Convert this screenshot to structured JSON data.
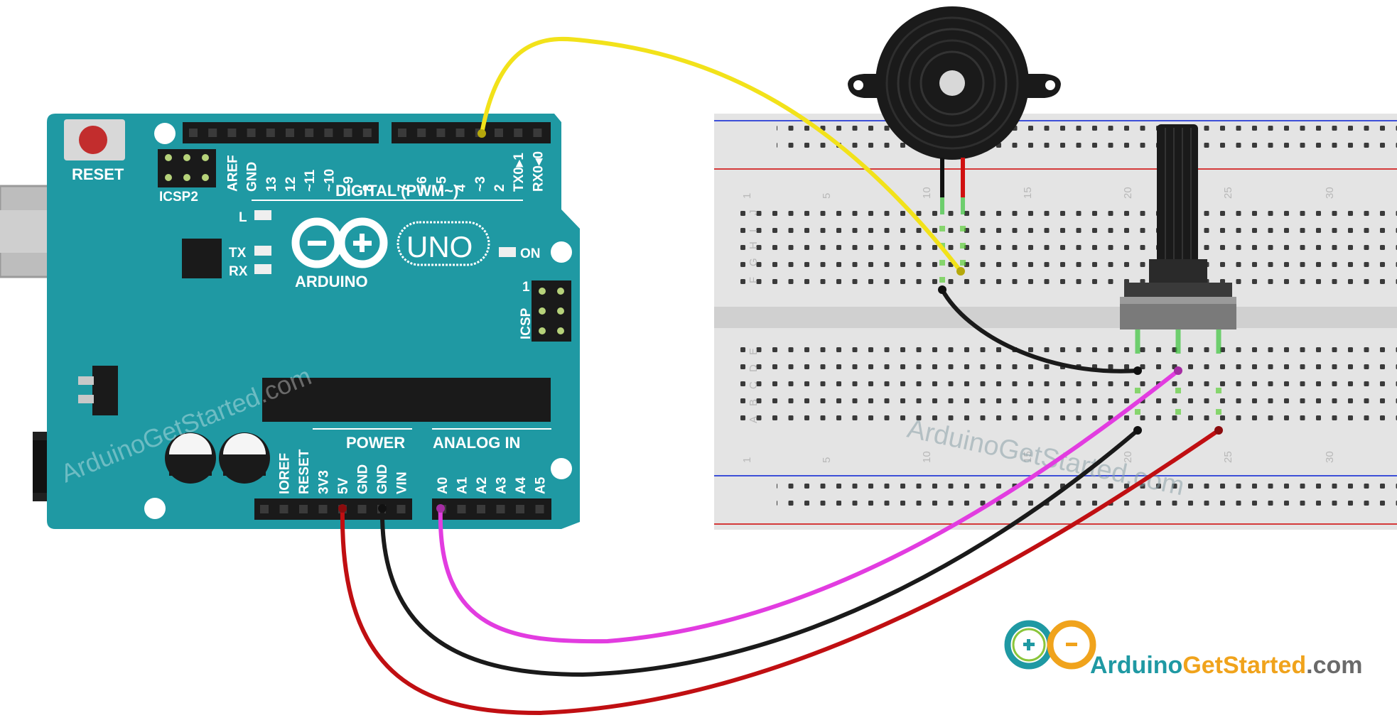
{
  "board": {
    "reset_label": "RESET",
    "icsp2_label": "ICSP2",
    "icsp_label": "ICSP",
    "icsp_pin1": "1",
    "digital_header": "DIGITAL (PWM~)",
    "digital_pins": [
      "AREF",
      "GND",
      "13",
      "12",
      "~11",
      "~10",
      "~9",
      "8",
      "7",
      "~6",
      "~5",
      "4",
      "~3",
      "2",
      "TX0▸1",
      "RX0◂0"
    ],
    "led_l": "L",
    "led_tx": "TX",
    "led_rx": "RX",
    "led_on": "ON",
    "logo_uno": "UNO",
    "logo_arduino": "ARDUINO",
    "power_header": "POWER",
    "analog_header": "ANALOG IN",
    "power_pins": [
      "IOREF",
      "RESET",
      "3V3",
      "5V",
      "GND",
      "GND",
      "VIN"
    ],
    "analog_pins": [
      "A0",
      "A1",
      "A2",
      "A3",
      "A4",
      "A5"
    ]
  },
  "breadboard": {
    "row_letters_top": [
      "J",
      "I",
      "H",
      "G",
      "F"
    ],
    "row_letters_bottom": [
      "E",
      "D",
      "C",
      "B",
      "A"
    ],
    "column_numbers": [
      "1",
      "5",
      "10",
      "15",
      "20",
      "25",
      "30"
    ]
  },
  "components": [
    "piezo-buzzer",
    "potentiometer"
  ],
  "wires": [
    {
      "name": "signal-wire",
      "from": "~3",
      "to": "buzzer red lead",
      "color": "#f2e21a"
    },
    {
      "name": "buzzer-ground",
      "from": "buzzer black lead",
      "to": "potentiometer row",
      "color": "#1a1a1a"
    },
    {
      "name": "analog-wire",
      "from": "A0",
      "to": "potentiometer wiper",
      "color": "#e23ce0"
    },
    {
      "name": "ground-wire",
      "from": "GND",
      "to": "potentiometer left pin",
      "color": "#1a1a1a"
    },
    {
      "name": "power-wire",
      "from": "5V",
      "to": "potentiometer right pin",
      "color": "#c00f12"
    }
  ],
  "watermarks": {
    "board": "ArduinoGetStarted.com",
    "breadboard": "ArduinoGetStarted.com"
  },
  "logo": {
    "part1": "Arduino",
    "part2": "GetStarted",
    "part3": ".com"
  }
}
